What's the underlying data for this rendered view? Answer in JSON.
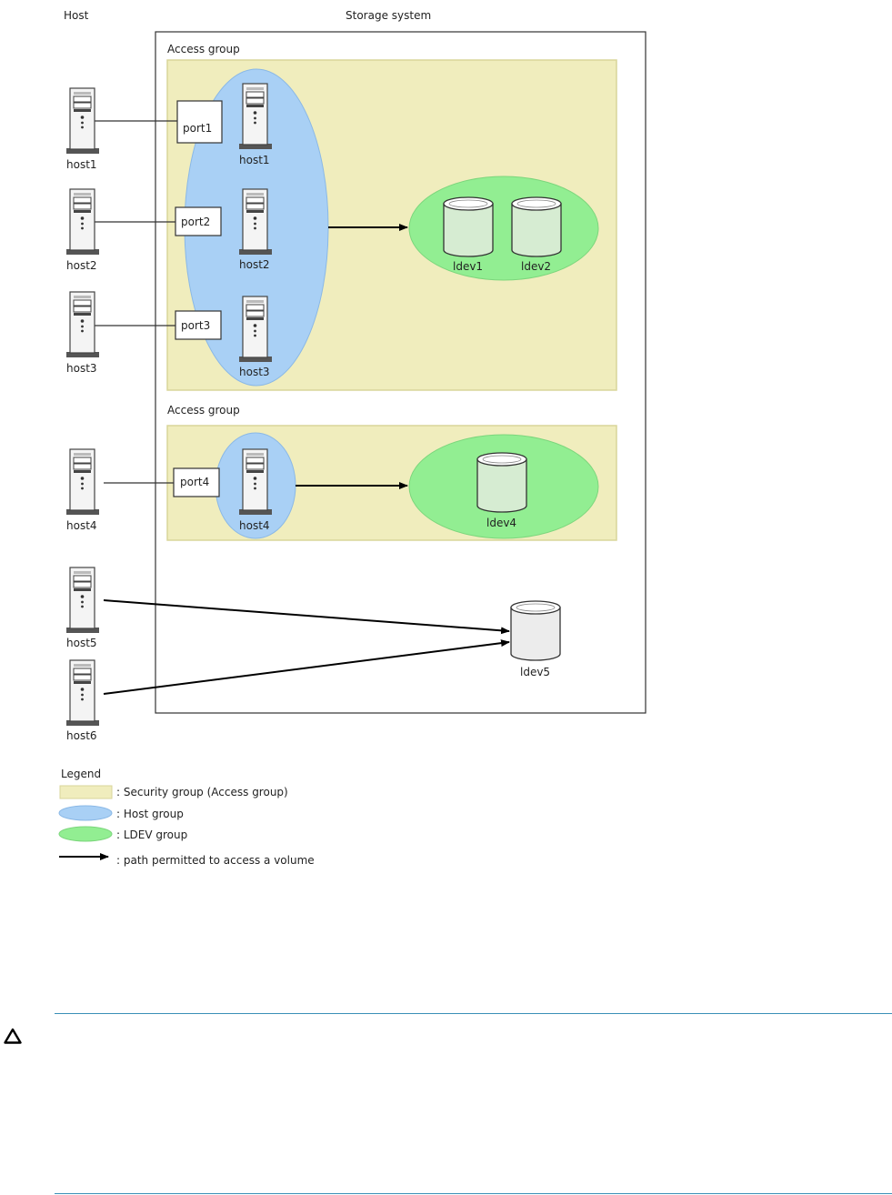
{
  "column_headers": {
    "host": "Host",
    "storage": "Storage system"
  },
  "access_group_label": "Access group",
  "external_hosts": [
    "host1",
    "host2",
    "host3",
    "host4",
    "host5",
    "host6"
  ],
  "ports": [
    "port1",
    "port2",
    "port3",
    "port4"
  ],
  "host_group_1_hosts": [
    "host1",
    "host2",
    "host3"
  ],
  "host_group_2_hosts": [
    "host4"
  ],
  "ldev_group_1": [
    "ldev1",
    "ldev2"
  ],
  "ldev_group_2": [
    "ldev4"
  ],
  "ldev_standalone": "ldev5",
  "legend": {
    "title": "Legend",
    "security_group": ": Security group (Access group)",
    "host_group": ": Host group",
    "ldev_group": ": LDEV group",
    "path": ": path permitted to access a volume"
  },
  "colors": {
    "security_group_fill": "#f0edbd",
    "security_group_stroke": "#d9d59a",
    "host_group_fill": "#a9d0f5",
    "ldev_group_fill": "#92ee92",
    "cylinder_green": "#d6ecd2",
    "cylinder_gray": "#ececec",
    "rule": "#3a8fb7"
  },
  "icons": {
    "server": "server-tower-icon",
    "volume": "disk-cylinder-icon",
    "caution": "caution-triangle-icon"
  }
}
